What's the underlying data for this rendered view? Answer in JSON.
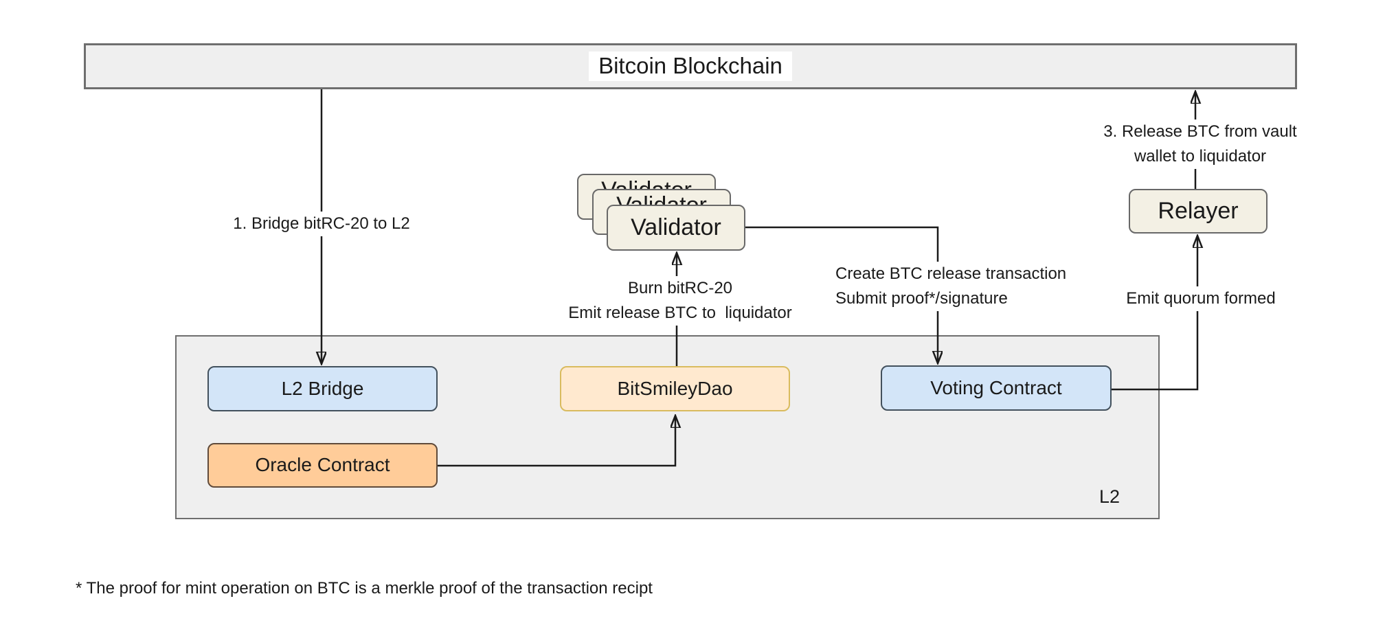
{
  "diagram": {
    "title_bar": {
      "label": "Bitcoin Blockchain"
    },
    "l2_container": {
      "label": "L2"
    },
    "nodes": {
      "l2_bridge": {
        "label": "L2 Bridge",
        "fill": "#d3e5f8",
        "border": "#42505c"
      },
      "bitsmiley_dao": {
        "label": "BitSmileyDao",
        "fill": "#ffe9cf",
        "border": "#d9bb5e"
      },
      "voting_contract": {
        "label": "Voting Contract",
        "fill": "#d3e5f8",
        "border": "#42505c"
      },
      "oracle_contract": {
        "label": "Oracle Contract",
        "fill": "#ffcc99",
        "border": "#5f4a3a"
      },
      "validator": {
        "label": "Validator",
        "fill": "#f3f0e4",
        "border": "#686868",
        "stack_count": 3
      },
      "relayer": {
        "label": "Relayer",
        "fill": "#f3f0e4",
        "border": "#686868"
      }
    },
    "edge_labels": {
      "bridge": "1. Bridge bitRC-20 to L2",
      "burn_line1": "Burn bitRC-20",
      "burn_line2": "Emit release BTC to  liquidator",
      "create_line1": "Create BTC release transaction",
      "create_line2": "Submit proof*/signature",
      "quorum": "Emit quorum formed",
      "release_line1": "3. Release BTC from vault",
      "release_line2": "wallet to liquidator"
    },
    "footnote": "* The proof for mint operation on BTC is a merkle proof of the transaction recipt",
    "canvas": {
      "background": "#ffffff",
      "container_fill": "#efefef",
      "container_border": "#6e6e6e",
      "line_color": "#1a1a1a"
    }
  }
}
